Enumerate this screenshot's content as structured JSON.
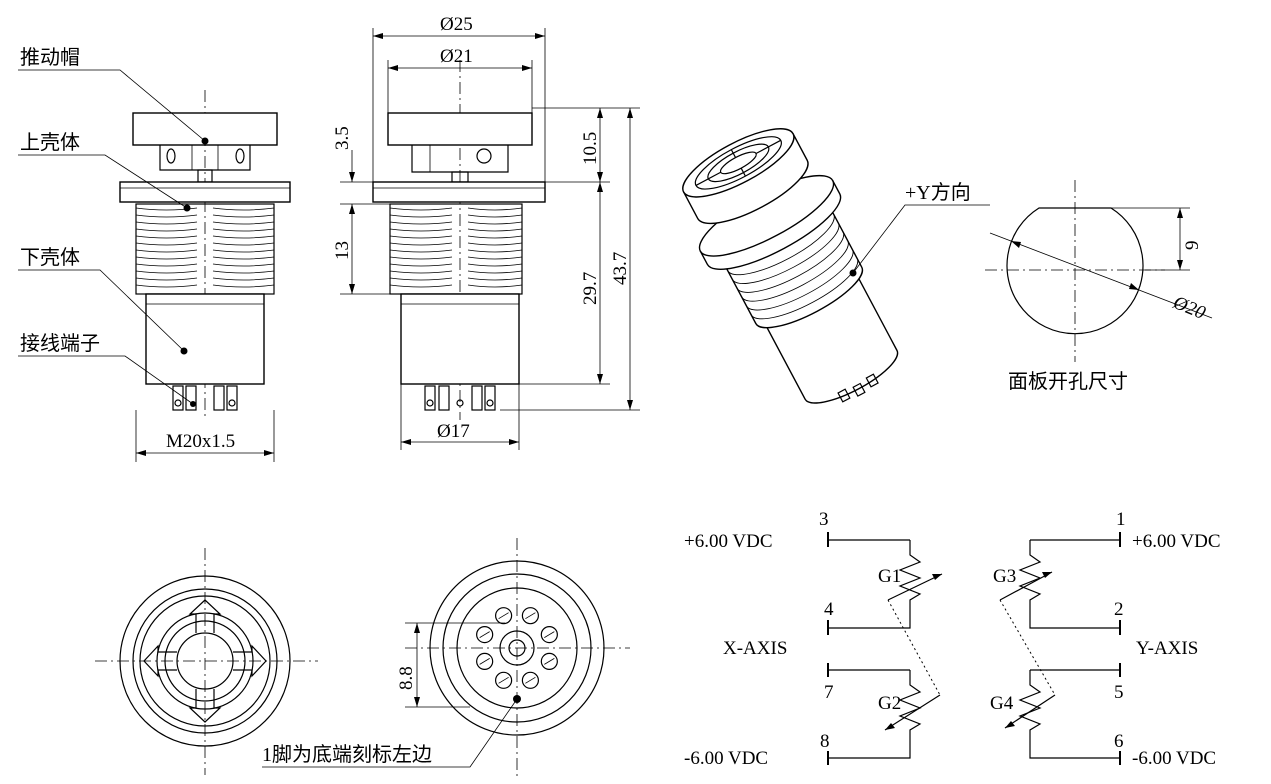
{
  "labels": {
    "push_cap": "推动帽",
    "upper_shell": "上壳体",
    "lower_shell": "下壳体",
    "terminal": "接线端子",
    "thread_spec": "M20x1.5",
    "y_direction": "+Y方向",
    "panel_cutout": "面板开孔尺寸",
    "pin1_note": "1脚为底端刻标左边"
  },
  "dimensions": {
    "d25": "Ø25",
    "d21": "Ø21",
    "d17": "Ø17",
    "h3_5": "3.5",
    "h13": "13",
    "h10_5": "10.5",
    "h29_7": "29.7",
    "h43_7": "43.7",
    "cut_d20": "Ø20",
    "cut_9": "9",
    "pin_8_8": "8.8"
  },
  "schematic": {
    "x_axis": "X-AXIS",
    "y_axis": "Y-AXIS",
    "pos_vdc_left": "+6.00 VDC",
    "pos_vdc_right": "+6.00 VDC",
    "neg_vdc_left": "-6.00 VDC",
    "neg_vdc_right": "-6.00 VDC",
    "pins": {
      "p1": "1",
      "p2": "2",
      "p3": "3",
      "p4": "4",
      "p5": "5",
      "p6": "6",
      "p7": "7",
      "p8": "8"
    },
    "pots": {
      "g1": "G1",
      "g2": "G2",
      "g3": "G3",
      "g4": "G4"
    }
  }
}
